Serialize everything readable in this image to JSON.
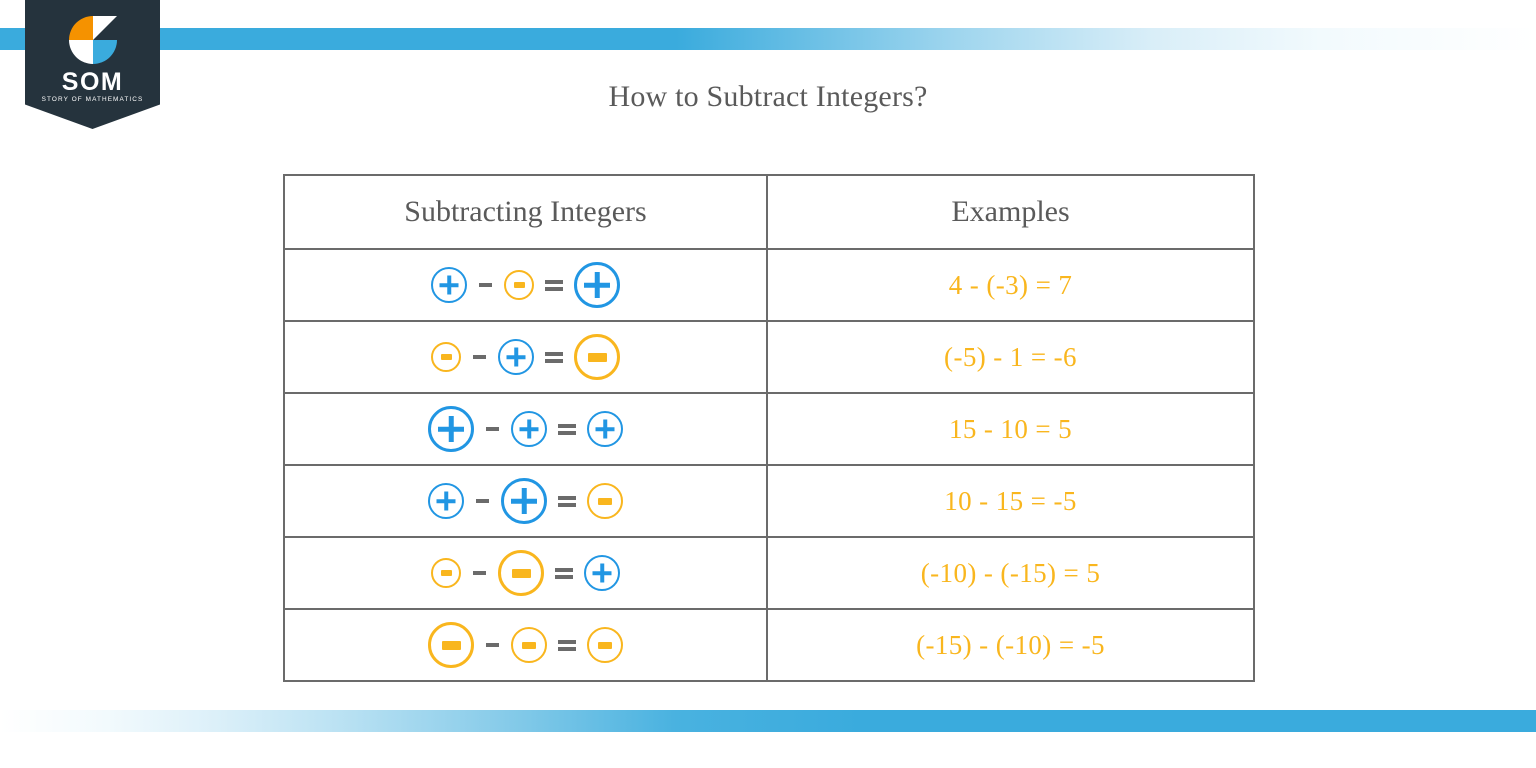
{
  "brand": {
    "name": "SOM",
    "tagline": "STORY OF MATHEMATICS",
    "logo_icon": "som-badge-icon",
    "colors": {
      "badge": "#25333d",
      "orange": "#f59200",
      "blue": "#3aabdd",
      "white": "#ffffff"
    }
  },
  "decor": {
    "top_bar_color": "#3aabdd",
    "bottom_bar_color": "#3aabdd"
  },
  "title": "How to Subtract Integers?",
  "table": {
    "columns": [
      "Subtracting Integers",
      "Examples"
    ],
    "accent_blue": "#2196e3",
    "accent_yellow": "#f9b61e",
    "border_color": "#6b6b6b",
    "rows": [
      {
        "rule": {
          "a": {
            "sign": "+",
            "size": "m",
            "color": "blue"
          },
          "b": {
            "sign": "-",
            "size": "s",
            "color": "yellow"
          },
          "result": {
            "sign": "+",
            "size": "l",
            "color": "blue"
          }
        },
        "example": "4 - (-3) = 7"
      },
      {
        "rule": {
          "a": {
            "sign": "-",
            "size": "s",
            "color": "yellow"
          },
          "b": {
            "sign": "+",
            "size": "m",
            "color": "blue"
          },
          "result": {
            "sign": "-",
            "size": "l",
            "color": "yellow"
          }
        },
        "example": "(-5) - 1 = -6"
      },
      {
        "rule": {
          "a": {
            "sign": "+",
            "size": "l",
            "color": "blue"
          },
          "b": {
            "sign": "+",
            "size": "m",
            "color": "blue"
          },
          "result": {
            "sign": "+",
            "size": "m",
            "color": "blue"
          }
        },
        "example": "15 - 10 = 5"
      },
      {
        "rule": {
          "a": {
            "sign": "+",
            "size": "m",
            "color": "blue"
          },
          "b": {
            "sign": "+",
            "size": "l",
            "color": "blue"
          },
          "result": {
            "sign": "-",
            "size": "m",
            "color": "yellow"
          }
        },
        "example": "10 - 15 = -5"
      },
      {
        "rule": {
          "a": {
            "sign": "-",
            "size": "s",
            "color": "yellow"
          },
          "b": {
            "sign": "-",
            "size": "l",
            "color": "yellow"
          },
          "result": {
            "sign": "+",
            "size": "m",
            "color": "blue"
          }
        },
        "example": "(-10) - (-15) = 5"
      },
      {
        "rule": {
          "a": {
            "sign": "-",
            "size": "l",
            "color": "yellow"
          },
          "b": {
            "sign": "-",
            "size": "m",
            "color": "yellow"
          },
          "result": {
            "sign": "-",
            "size": "m",
            "color": "yellow"
          }
        },
        "example": "(-15) - (-10) = -5"
      }
    ]
  }
}
